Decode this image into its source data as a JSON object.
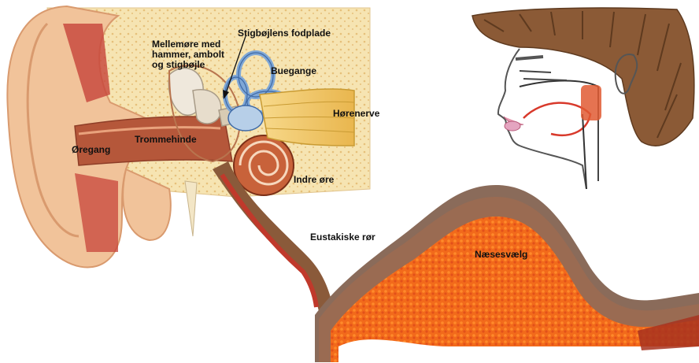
{
  "labels": {
    "mellemore": "Mellemøre med\nhammer, ambolt\nog stigbøjle",
    "stigbojle_fodplade": "Stigbøjlens fodplade",
    "buegange": "Buegange",
    "horenerve": "Hørenerve",
    "oregang": "Øregang",
    "trommehinde": "Trommehinde",
    "indre_ore": "Indre øre",
    "eustakiske_ror": "Eustakiske rør",
    "naesesvaelg": "Næsesvælg"
  },
  "colors": {
    "skin": "#f1c39a",
    "skin_dark": "#d99a6e",
    "bone": "#f6e4b2",
    "bone_dots": "#e6c07a",
    "canal": "#b5573a",
    "tube_outer": "#8a5a3a",
    "tube_inner": "#f26a1b",
    "tube_lining": "#9a6b52",
    "nerve": "#f2c766",
    "semicircular": "#7fa7d6",
    "cochlea": "#c8623a",
    "muscle": "#c7443a",
    "hair": "#8b5a36",
    "throat_red": "#d8392b"
  }
}
